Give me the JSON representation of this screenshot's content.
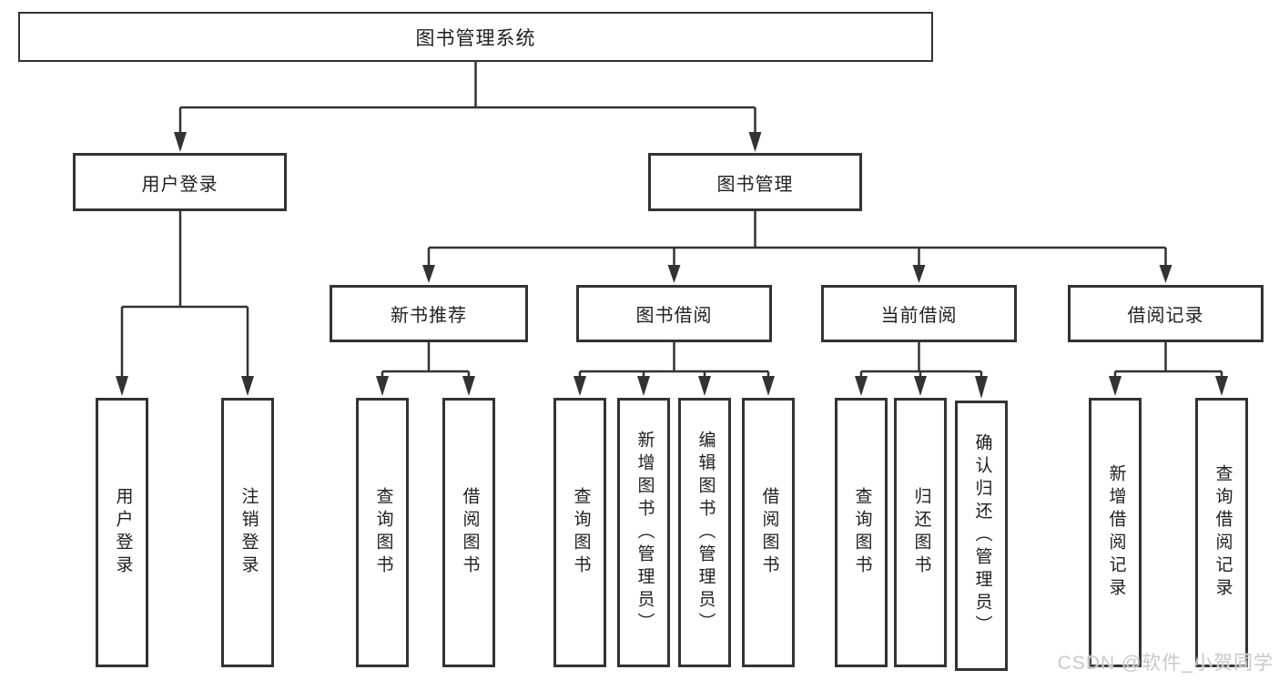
{
  "diagram": {
    "root": {
      "label": "图书管理系统"
    },
    "user_login": {
      "label": "用户登录",
      "children": {
        "login": "用户登录",
        "logout": "注销登录"
      }
    },
    "book_mgmt": {
      "label": "图书管理",
      "modules": {
        "new_books": {
          "label": "新书推荐",
          "children": {
            "query": "查询图书",
            "borrow": "借阅图书"
          }
        },
        "book_borrow": {
          "label": "图书借阅",
          "children": {
            "query": "查询图书",
            "add": "新增图书（管理员）",
            "edit": "编辑图书（管理员）",
            "borrow": "借阅图书"
          }
        },
        "current_borrow": {
          "label": "当前借阅",
          "children": {
            "query": "查询图书",
            "return": "归还图书",
            "confirm": "确认归还（管理员）"
          }
        },
        "borrow_records": {
          "label": "借阅记录",
          "children": {
            "add": "新增借阅记录",
            "query": "查询借阅记录"
          }
        }
      }
    }
  },
  "watermark": "CSDN @软件_小贺同学",
  "colors": {
    "line": "#333333",
    "border": "#333333",
    "text": "#1f1f1f",
    "watermark": "#c9c9c9",
    "background": "#ffffff"
  }
}
